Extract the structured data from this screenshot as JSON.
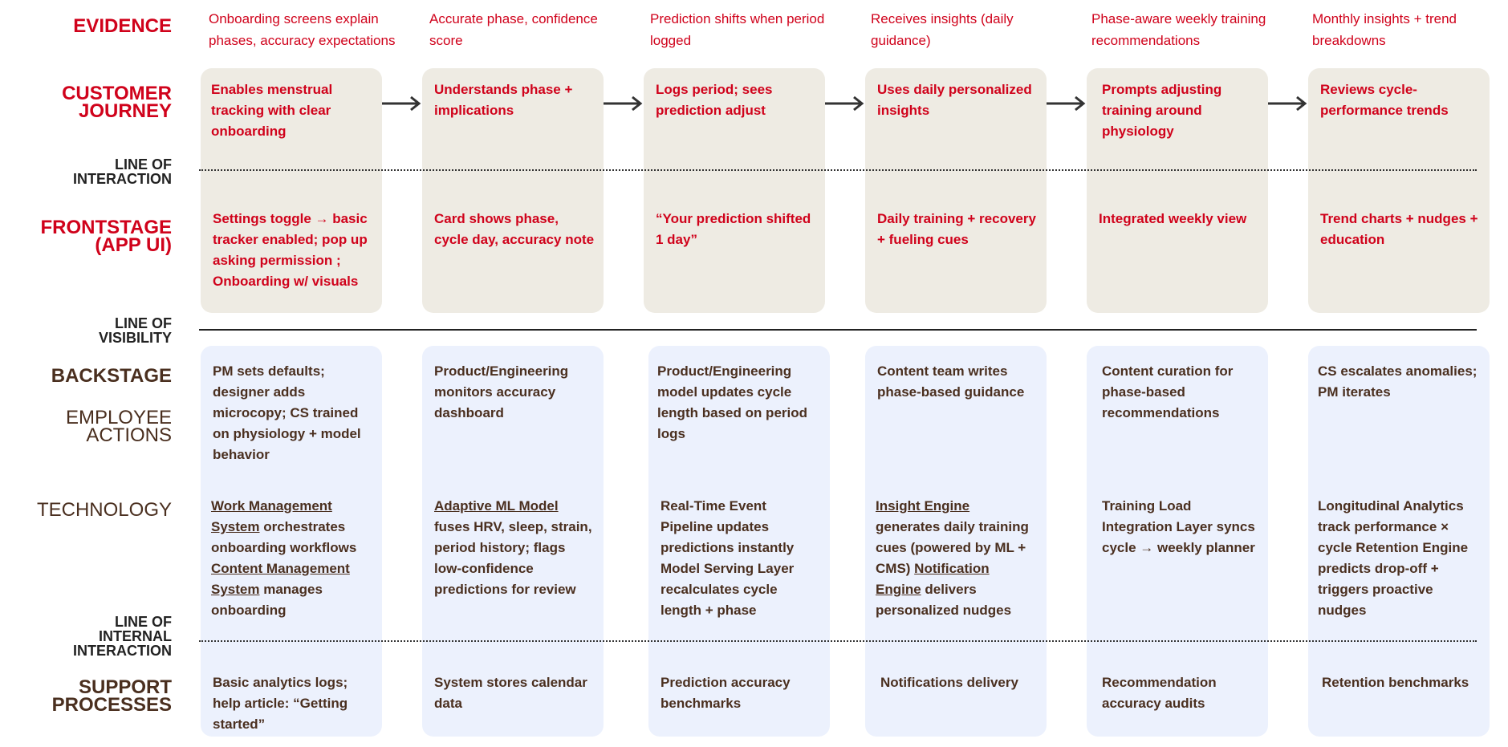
{
  "labels": {
    "evidence": "EVIDENCE",
    "customer_journey": "CUSTOMER\nJOURNEY",
    "line_of_interaction": "LINE OF\nINTERACTION",
    "frontstage": "FRONTSTAGE\n(APP UI)",
    "line_of_visibility": "LINE OF\nVISIBILITY",
    "backstage": "BACKSTAGE",
    "employee_actions": "EMPLOYEE\nACTIONS",
    "technology": "TECHNOLOGY",
    "line_of_internal_interaction": "LINE OF\nINTERNAL\nINTERACTION",
    "support_processes": "SUPPORT\nPROCESSES"
  },
  "evidence": [
    "Onboarding screens explain phases, accuracy expectations",
    "Accurate phase, confidence score",
    "Prediction shifts when period logged",
    "Receives insights (daily guidance)",
    "Phase-aware weekly training recommendations",
    "Monthly insights + trend breakdowns"
  ],
  "customer_journey": [
    "Enables menstrual tracking with clear onboarding",
    "Understands phase + implications",
    "Logs period; sees prediction adjust",
    "Uses daily personalized insights",
    "Prompts adjusting training around physiology",
    "Reviews cycle-performance trends"
  ],
  "frontstage": [
    "Settings toggle → basic tracker enabled; pop up asking permission ; Onboarding w/ visuals",
    "Card shows phase, cycle day, accuracy note",
    "“Your prediction shifted 1 day”",
    "Daily training + recovery + fueling cues",
    "Integrated weekly view",
    "Trend charts + nudges + education"
  ],
  "employee_actions": [
    "PM sets defaults; designer adds microcopy; CS trained on physiology + model behavior",
    "Product/Engineering monitors accuracy dashboard",
    "Product/Engineering model updates cycle length based on period logs",
    "Content team writes phase-based guidance",
    "Content curation for phase-based recommendations",
    "CS escalates anomalies; PM iterates"
  ],
  "technology": {
    "col1": {
      "u1": "Work Management System",
      "t1": " orchestrates onboarding workflows ",
      "u2": "Content Management System",
      "t2": " manages onboarding"
    },
    "col2": {
      "u1": "Adaptive ML Model",
      "t1": " fuses HRV, sleep, strain, period history; flags low-confidence predictions for review"
    },
    "col3": "Real-Time Event Pipeline updates predictions instantly Model Serving Layer recalculates cycle length + phase",
    "col4": {
      "u1": "Insight Engine",
      "t1": " generates daily training cues (powered by ML + CMS) ",
      "u2": "Notification Engine",
      "t2": " delivers personalized nudges"
    },
    "col5": "Training Load Integration Layer syncs cycle → weekly planner",
    "col6": "Longitudinal Analytics track performance × cycle Retention Engine predicts drop-off + triggers proactive nudges"
  },
  "support_processes": [
    "Basic analytics logs; help article: “Getting started”",
    "System stores calendar data",
    "Prediction accuracy benchmarks",
    "Notifications delivery",
    "Recommendation accuracy audits",
    "Retention benchmarks"
  ],
  "colors": {
    "red": "#d0021b",
    "brown": "#4a2f1f",
    "card_beige": "#eeebe3",
    "card_blue": "#ecf1fd"
  },
  "icons": [
    "arrow-right-icon"
  ]
}
